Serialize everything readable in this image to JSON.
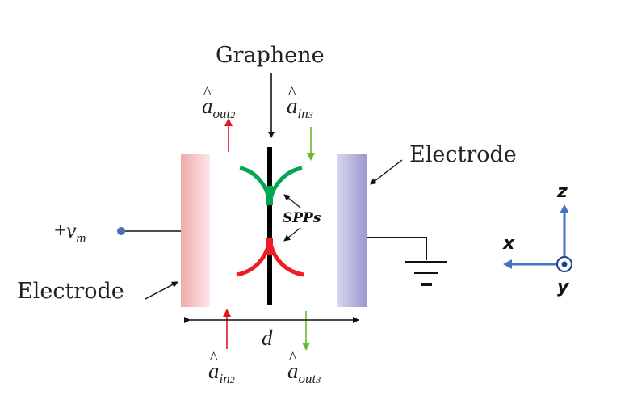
{
  "diagram": {
    "graphene_label": "Graphene",
    "electrode_right_label": "Electrode",
    "electrode_left_label": "Electrode",
    "voltage_label": {
      "sign": "+",
      "symbol": "v",
      "subscript": "m"
    },
    "spp_label": "SPPs",
    "gap_label": "d",
    "a_out2": {
      "base": "a",
      "sub": "out",
      "subsub": "2"
    },
    "a_in3": {
      "base": "a",
      "sub": "in",
      "subsub": "3"
    },
    "a_in2": {
      "base": "a",
      "sub": "in",
      "subsub": "2"
    },
    "a_out3": {
      "base": "a",
      "sub": "out",
      "subsub": "3"
    },
    "axes": {
      "z": "z",
      "x": "x",
      "y": "y"
    },
    "colors": {
      "left_electrode": "#f4b6b8",
      "right_electrode": "#a9a6d6",
      "graphene": "#000000",
      "spp_upper": "#00a651",
      "spp_lower": "#ee1c24",
      "out2_arrow": "#e8151f",
      "in3_arrow": "#6ab82e",
      "in2_arrow": "#e8151f",
      "out3_arrow": "#6ab82e",
      "axes": "#4472c4",
      "voltage_dot": "#4a72b8"
    }
  }
}
